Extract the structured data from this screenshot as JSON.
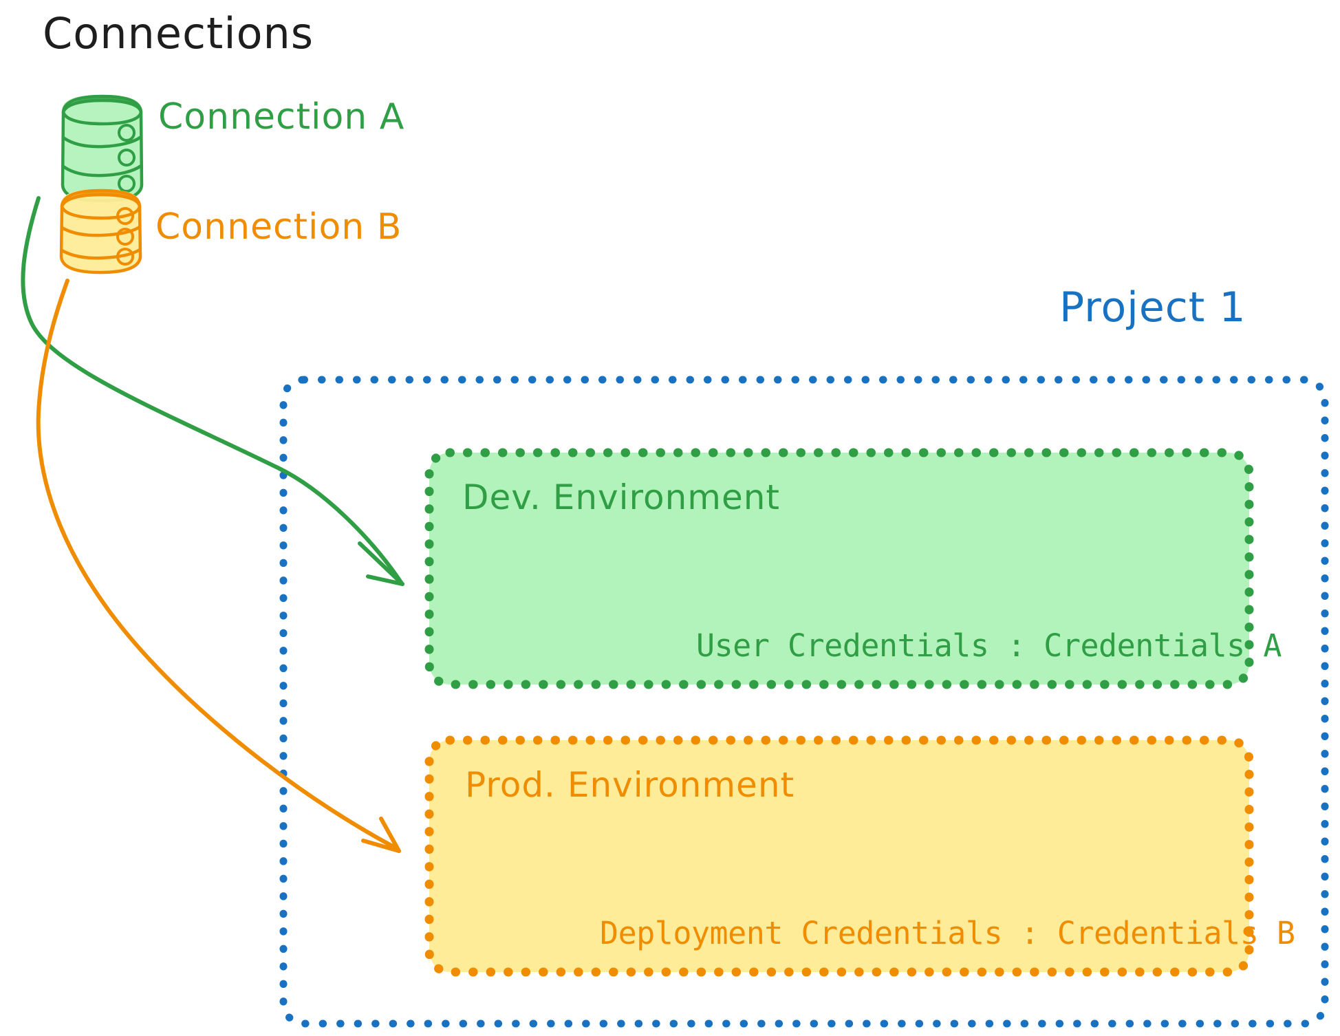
{
  "diagram": {
    "title": "Connections",
    "title_color": "#1e1e1e",
    "background": "#ffffff"
  },
  "connections": {
    "heading": "Connections",
    "items": [
      {
        "id": "connection-a",
        "label": "Connection A",
        "icon": "database-icon",
        "color": "#2f9e44",
        "fill": "#b2f2bb"
      },
      {
        "id": "connection-b",
        "label": "Connection B",
        "icon": "database-icon",
        "color": "#f08c00",
        "fill": "#ffec99"
      }
    ]
  },
  "project": {
    "label": "Project 1",
    "color": "#1971c2",
    "border_style": "dotted",
    "environments": [
      {
        "id": "dev-environment",
        "title": "Dev. Environment",
        "credential_label": "User Credentials",
        "credential_separator": ":",
        "credential_value": "Credentials A",
        "credential_line": "User Credentials : Credentials A",
        "color": "#2f9e44",
        "fill": "#b2f2bb",
        "border_style": "dotted"
      },
      {
        "id": "prod-environment",
        "title": "Prod. Environment",
        "credential_label": "Deployment Credentials",
        "credential_separator": ":",
        "credential_value": "Credentials B",
        "credential_line": "Deployment Credentials : Credentials B",
        "color": "#f08c00",
        "fill": "#ffec99",
        "border_style": "dotted"
      }
    ]
  },
  "arrows": [
    {
      "id": "arrow-connection-a-to-dev",
      "from": "connection-a",
      "to": "dev-environment",
      "color": "#2f9e44"
    },
    {
      "id": "arrow-connection-b-to-prod",
      "from": "connection-b",
      "to": "prod-environment",
      "color": "#f08c00"
    }
  ]
}
